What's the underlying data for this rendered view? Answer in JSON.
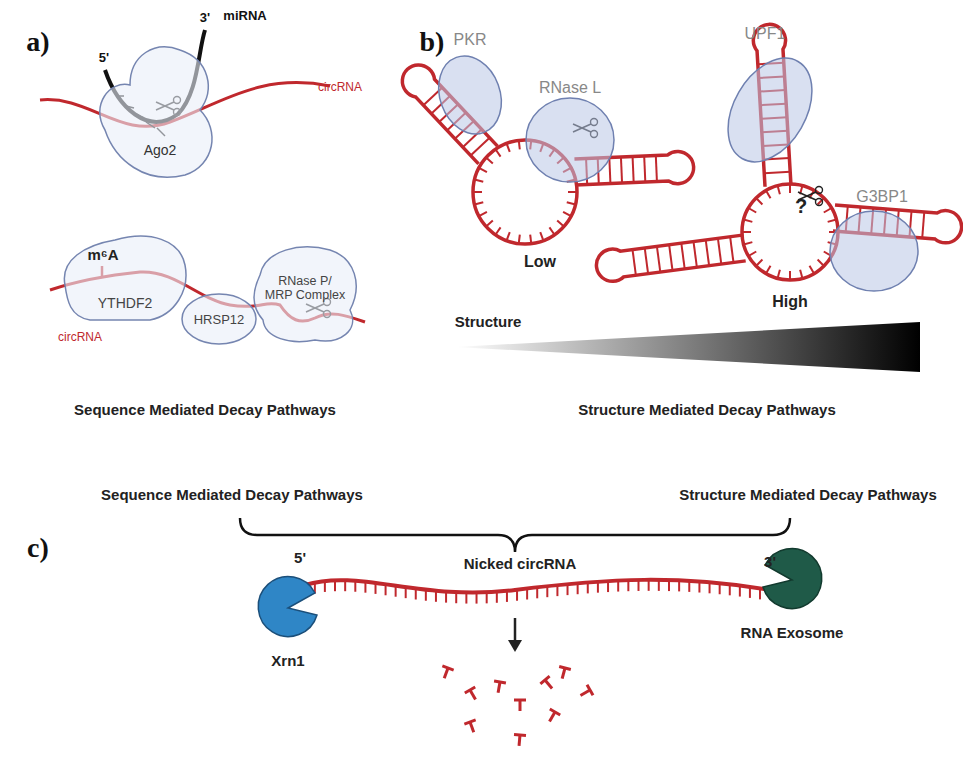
{
  "diagram": {
    "nodes": [
      {
        "text": [
          "Ago2"
        ]
      },
      {
        "text": [
          "m⁶A",
          "YTHDF2"
        ]
      },
      {
        "text": [
          "HRSP12"
        ]
      },
      {
        "text": [
          "RNase P/ MRP Complex"
        ]
      },
      {
        "text": [
          "PKR"
        ]
      },
      {
        "text": [
          "RNase L"
        ]
      },
      {
        "text": [
          "UPF1"
        ]
      },
      {
        "text": [
          "G3BP1"
        ]
      },
      {
        "text": [
          "Xrn1"
        ]
      },
      {
        "text": [
          "RNA Exosome"
        ]
      }
    ],
    "labels": [
      "a)",
      "5'",
      "3'",
      "miRNA",
      "circRNA",
      "circRNA",
      "Sequence Mediated Decay Pathways",
      "b)",
      "Low",
      "?",
      "High",
      "Structure",
      "Structure Mediated Decay Pathways",
      "c)",
      "Sequence Mediated Decay Pathways",
      "Structure Mediated Decay Pathways",
      "Nicked circRNA",
      "5'",
      "3'"
    ]
  }
}
